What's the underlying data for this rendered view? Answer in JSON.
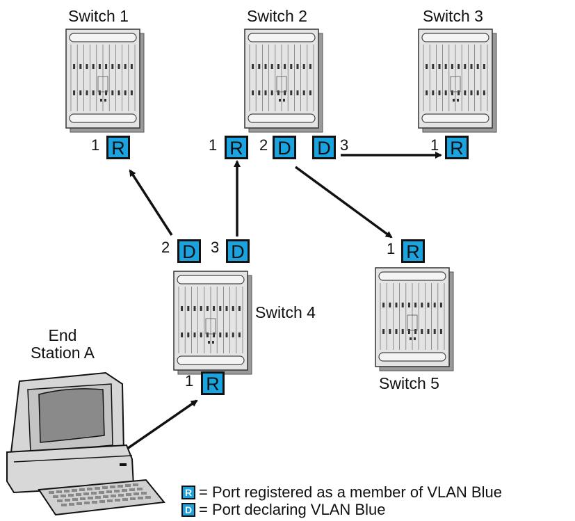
{
  "switches": [
    {
      "label": "Switch 1"
    },
    {
      "label": "Switch 2"
    },
    {
      "label": "Switch 3"
    },
    {
      "label": "Switch 4"
    },
    {
      "label": "Switch 5"
    }
  ],
  "ports": {
    "s1_p1": {
      "num": "1",
      "letter": "R"
    },
    "s2_p1": {
      "num": "1",
      "letter": "R"
    },
    "s2_p2": {
      "num": "2",
      "letter": "D"
    },
    "s2_p3": {
      "num": "3",
      "letter": "D"
    },
    "s3_p1": {
      "num": "1",
      "letter": "R"
    },
    "s4_p2": {
      "num": "2",
      "letter": "D"
    },
    "s4_p3": {
      "num": "3",
      "letter": "D"
    },
    "s4_p1": {
      "num": "1",
      "letter": "R"
    },
    "s5_p1": {
      "num": "1",
      "letter": "R"
    }
  },
  "end_station": {
    "line1": "End",
    "line2": "Station A"
  },
  "legend": {
    "r_letter": "R",
    "r_text": "= Port registered as a member of VLAN Blue",
    "d_letter": "D",
    "d_text": "= Port declaring VLAN Blue"
  },
  "colors": {
    "port_fill": "#1aa3de",
    "switch_body": "#e4e4e4",
    "switch_shadow": "#9a9a9a"
  }
}
